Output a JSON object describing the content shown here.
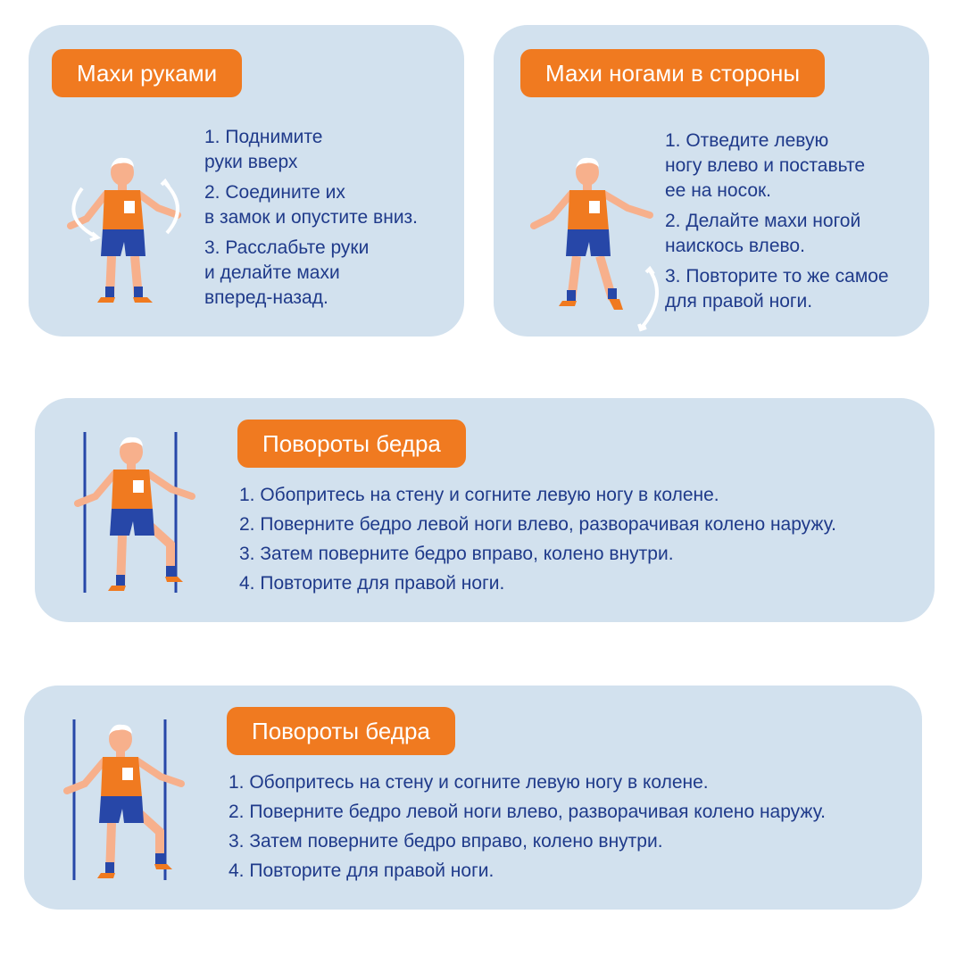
{
  "cards": [
    {
      "title": "Махи руками",
      "steps": [
        "1. Поднимите",
        "руки вверх",
        "2. Соедините их",
        "в замок и опустите вниз.",
        "3. Расслабьте руки",
        "и делайте махи",
        "вперед-назад."
      ],
      "figure": "man-arm-swings-illustration"
    },
    {
      "title": "Махи ногами в стороны",
      "steps": [
        "1. Отведите левую",
        "ногу влево и поставьте",
        "ее на носок.",
        "2. Делайте махи ногой",
        "наискось влево.",
        "3. Повторите то же самое",
        "для правой ноги."
      ],
      "figure": "man-leg-swings-illustration"
    },
    {
      "title": "Повороты бедра",
      "steps": [
        "1. Обопритесь на стену и согните левую ногу в колене.",
        "2. Поверните бедро левой ноги влево, разворачивая колено наружу.",
        "3. Затем поверните бедро вправо, колено внутри.",
        "4. Повторите для правой ноги."
      ],
      "figure": "man-hip-rotation-illustration"
    },
    {
      "title": "Повороты бедра",
      "steps": [
        "1. Обопритесь на стену и согните левую ногу в колене.",
        "2. Поверните бедро левой ноги влево, разворачивая колено наружу.",
        "3. Затем поверните бедро вправо, колено внутри.",
        "4. Повторите для правой ноги."
      ],
      "figure": "man-hip-rotation-illustration"
    }
  ],
  "colors": {
    "card_bg": "#d2e1ee",
    "pill_bg": "#f07a20",
    "text": "#1f3a8a",
    "shirt": "#f07a20",
    "shorts": "#2747a8",
    "skin": "#f7b08c",
    "wall_line": "#2747a8"
  }
}
